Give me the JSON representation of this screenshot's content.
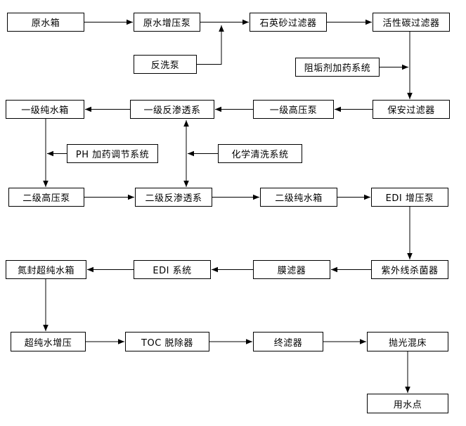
{
  "diagram": {
    "background_color": "#ffffff",
    "box_border_color": "#000000",
    "text_color": "#000000",
    "nodes": [
      {
        "id": "raw-water-tank",
        "label": "原水箱"
      },
      {
        "id": "raw-water-booster-pump",
        "label": "原水增压泵"
      },
      {
        "id": "quartz-sand-filter",
        "label": "石英砂过滤器"
      },
      {
        "id": "activated-carbon-filter",
        "label": "活性碳过滤器"
      },
      {
        "id": "backwash-pump",
        "label": "反洗泵"
      },
      {
        "id": "scale-inhibitor-dosing-system",
        "label": "阻垢剂加药系统"
      },
      {
        "id": "stage1-pure-water-tank",
        "label": "一级纯水箱"
      },
      {
        "id": "stage1-reverse-osmosis",
        "label": "一级反渗透系"
      },
      {
        "id": "stage1-high-pressure-pump",
        "label": "一级高压泵"
      },
      {
        "id": "security-filter",
        "label": "保安过滤器"
      },
      {
        "id": "ph-dosing-adjust-system",
        "label": "PH 加药调节系统"
      },
      {
        "id": "chemical-cleaning-system",
        "label": "化学清洗系统"
      },
      {
        "id": "stage2-high-pressure-pump",
        "label": "二级高压泵"
      },
      {
        "id": "stage2-reverse-osmosis",
        "label": "二级反渗透系"
      },
      {
        "id": "stage2-pure-water-tank",
        "label": "二级纯水箱"
      },
      {
        "id": "edi-booster-pump",
        "label": "EDI 增压泵"
      },
      {
        "id": "nitrogen-sealed-ultrapure-water-tank",
        "label": "氮封超纯水箱"
      },
      {
        "id": "edi-system",
        "label": "EDI 系统"
      },
      {
        "id": "membrane-filter",
        "label": "膜滤器"
      },
      {
        "id": "uv-sterilizer",
        "label": "紫外线杀菌器"
      },
      {
        "id": "ultrapure-water-boost",
        "label": "超纯水增压"
      },
      {
        "id": "toc-remover",
        "label": "TOC 脱除器"
      },
      {
        "id": "final-filter",
        "label": "终滤器"
      },
      {
        "id": "polishing-mixed-bed",
        "label": "抛光混床"
      },
      {
        "id": "water-use-point",
        "label": "用水点"
      }
    ],
    "edges": [
      {
        "from": "raw-water-tank",
        "to": "raw-water-booster-pump"
      },
      {
        "from": "raw-water-booster-pump",
        "to": "quartz-sand-filter"
      },
      {
        "from": "quartz-sand-filter",
        "to": "activated-carbon-filter"
      },
      {
        "from": "backwash-pump",
        "to": "quartz-sand-filter",
        "note": "joins feed line between booster pump and quartz sand filter"
      },
      {
        "from": "activated-carbon-filter",
        "to": "security-filter"
      },
      {
        "from": "scale-inhibitor-dosing-system",
        "to": "security-filter",
        "note": "joins feed line between carbon filter and security filter"
      },
      {
        "from": "security-filter",
        "to": "stage1-high-pressure-pump"
      },
      {
        "from": "stage1-high-pressure-pump",
        "to": "stage1-reverse-osmosis"
      },
      {
        "from": "stage1-reverse-osmosis",
        "to": "stage1-pure-water-tank"
      },
      {
        "from": "stage1-pure-water-tank",
        "to": "stage2-high-pressure-pump"
      },
      {
        "from": "ph-dosing-adjust-system",
        "to": "stage2-high-pressure-pump",
        "note": "joins line between stage1 pure water tank and stage2 high pressure pump"
      },
      {
        "from": "stage1-reverse-osmosis",
        "to": "stage2-reverse-osmosis",
        "bidirectional": true
      },
      {
        "from": "chemical-cleaning-system",
        "to": "stage2-reverse-osmosis",
        "note": "joins bidirectional line between the two RO stages"
      },
      {
        "from": "stage2-high-pressure-pump",
        "to": "stage2-reverse-osmosis"
      },
      {
        "from": "stage2-reverse-osmosis",
        "to": "stage2-pure-water-tank"
      },
      {
        "from": "stage2-pure-water-tank",
        "to": "edi-booster-pump"
      },
      {
        "from": "edi-booster-pump",
        "to": "uv-sterilizer"
      },
      {
        "from": "uv-sterilizer",
        "to": "membrane-filter"
      },
      {
        "from": "membrane-filter",
        "to": "edi-system"
      },
      {
        "from": "edi-system",
        "to": "nitrogen-sealed-ultrapure-water-tank"
      },
      {
        "from": "nitrogen-sealed-ultrapure-water-tank",
        "to": "ultrapure-water-boost"
      },
      {
        "from": "ultrapure-water-boost",
        "to": "toc-remover"
      },
      {
        "from": "toc-remover",
        "to": "final-filter"
      },
      {
        "from": "final-filter",
        "to": "polishing-mixed-bed"
      },
      {
        "from": "polishing-mixed-bed",
        "to": "water-use-point"
      }
    ]
  }
}
